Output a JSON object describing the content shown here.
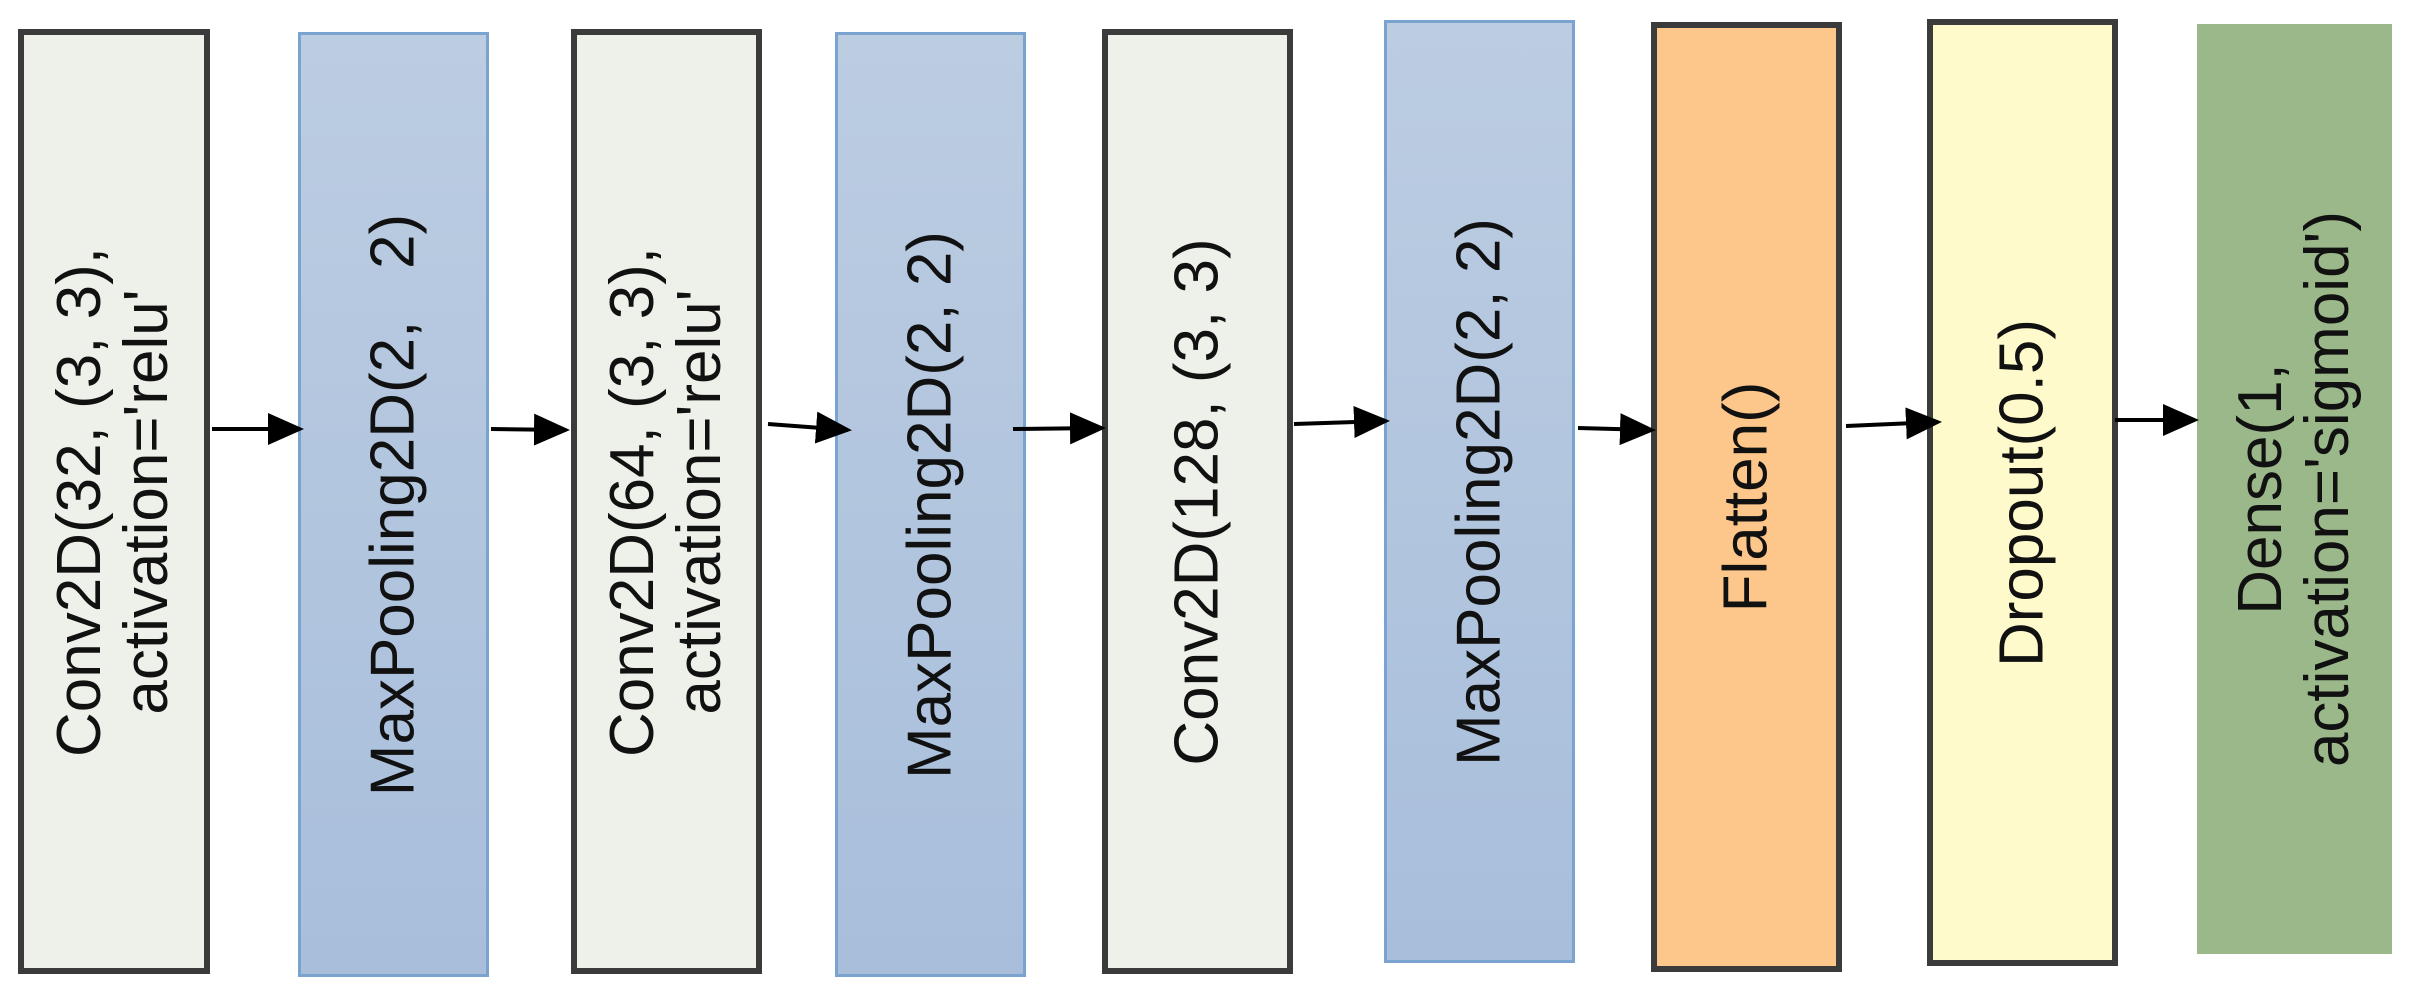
{
  "layers": [
    {
      "id": "conv1",
      "kind": "conv",
      "label": "Conv2D(32, (3, 3),\nactivation='relu'"
    },
    {
      "id": "pool1",
      "kind": "pool",
      "label": "MaxPooling2D(2,   2)"
    },
    {
      "id": "conv2",
      "kind": "conv",
      "label": "Conv2D(64, (3, 3),\nactivation='relu'"
    },
    {
      "id": "pool2",
      "kind": "pool",
      "label": "MaxPooling2D(2, 2)"
    },
    {
      "id": "conv3",
      "kind": "conv",
      "label": "Conv2D(128, (3, 3)"
    },
    {
      "id": "pool3",
      "kind": "pool",
      "label": "MaxPooling2D(2, 2)"
    },
    {
      "id": "flatten",
      "kind": "flat",
      "label": "Flatten()"
    },
    {
      "id": "dropout",
      "kind": "drop",
      "label": "Dropout(0.5)"
    },
    {
      "id": "dense",
      "kind": "dense",
      "label": "Dense(1,\nactivation='sigmoid')"
    }
  ],
  "colors": {
    "conv": "#edf1e9",
    "pool": "#b3c6df",
    "flatten": "#fdc68a",
    "dropout": "#fffacb",
    "dense": "#9bb88a",
    "arrow": "#000000"
  }
}
